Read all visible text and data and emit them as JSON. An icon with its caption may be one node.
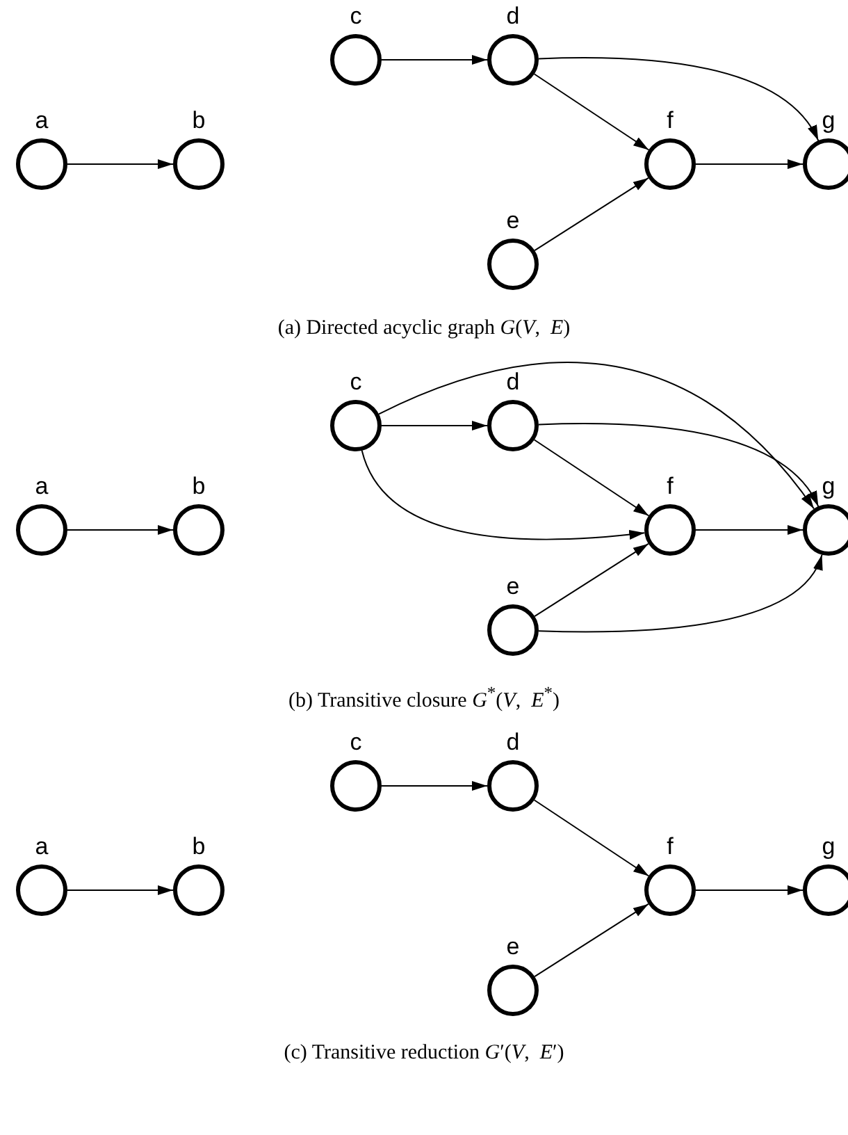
{
  "diagram": {
    "nodes": [
      {
        "text": [
          "a"
        ]
      },
      {
        "text": [
          "b"
        ]
      },
      {
        "text": [
          "c"
        ]
      },
      {
        "text": [
          "d"
        ]
      },
      {
        "text": [
          "e"
        ]
      },
      {
        "text": [
          "f"
        ]
      },
      {
        "text": [
          "g"
        ]
      },
      {
        "text": [
          "a"
        ]
      },
      {
        "text": [
          "b"
        ]
      },
      {
        "text": [
          "c"
        ]
      },
      {
        "text": [
          "d"
        ]
      },
      {
        "text": [
          "e"
        ]
      },
      {
        "text": [
          "f"
        ]
      },
      {
        "text": [
          "g"
        ]
      },
      {
        "text": [
          "a"
        ]
      },
      {
        "text": [
          "b"
        ]
      },
      {
        "text": [
          "c"
        ]
      },
      {
        "text": [
          "d"
        ]
      },
      {
        "text": [
          "e"
        ]
      },
      {
        "text": [
          "f"
        ]
      },
      {
        "text": [
          "g"
        ]
      }
    ],
    "edges": [
      {
        "from": 0,
        "to": 1,
        "arrow": "to"
      },
      {
        "from": 2,
        "to": 3,
        "arrow": "to"
      },
      {
        "from": 3,
        "to": 5,
        "arrow": "to"
      },
      {
        "from": 3,
        "to": 6,
        "arrow": "to"
      },
      {
        "from": 4,
        "to": 5,
        "arrow": "to"
      },
      {
        "from": 5,
        "to": 6,
        "arrow": "to"
      },
      {
        "from": 7,
        "to": 8,
        "arrow": "to"
      },
      {
        "from": 9,
        "to": 10,
        "arrow": "to"
      },
      {
        "from": 9,
        "to": 13,
        "arrow": "to"
      },
      {
        "from": 9,
        "to": 12,
        "arrow": "to"
      },
      {
        "from": 10,
        "to": 12,
        "arrow": "to"
      },
      {
        "from": 10,
        "to": 13,
        "arrow": "to"
      },
      {
        "from": 11,
        "to": 12,
        "arrow": "to"
      },
      {
        "from": 11,
        "to": 13,
        "arrow": "to"
      },
      {
        "from": 12,
        "to": 13,
        "arrow": "to"
      },
      {
        "from": 14,
        "to": 15,
        "arrow": "to"
      },
      {
        "from": 16,
        "to": 17,
        "arrow": "to"
      },
      {
        "from": 17,
        "to": 19,
        "arrow": "to"
      },
      {
        "from": 18,
        "to": 19,
        "arrow": "to"
      },
      {
        "from": 19,
        "to": 20,
        "arrow": "to"
      }
    ],
    "labels": [
      "(a) Directed acyclic graph *G*(*V*,  *E*)",
      "(b) Transitive closure *G*$^{*}$(*V*,  *E*$^{*}$)",
      "(c) Transitive reduction *G*′(*V*,  *E*′)"
    ]
  }
}
